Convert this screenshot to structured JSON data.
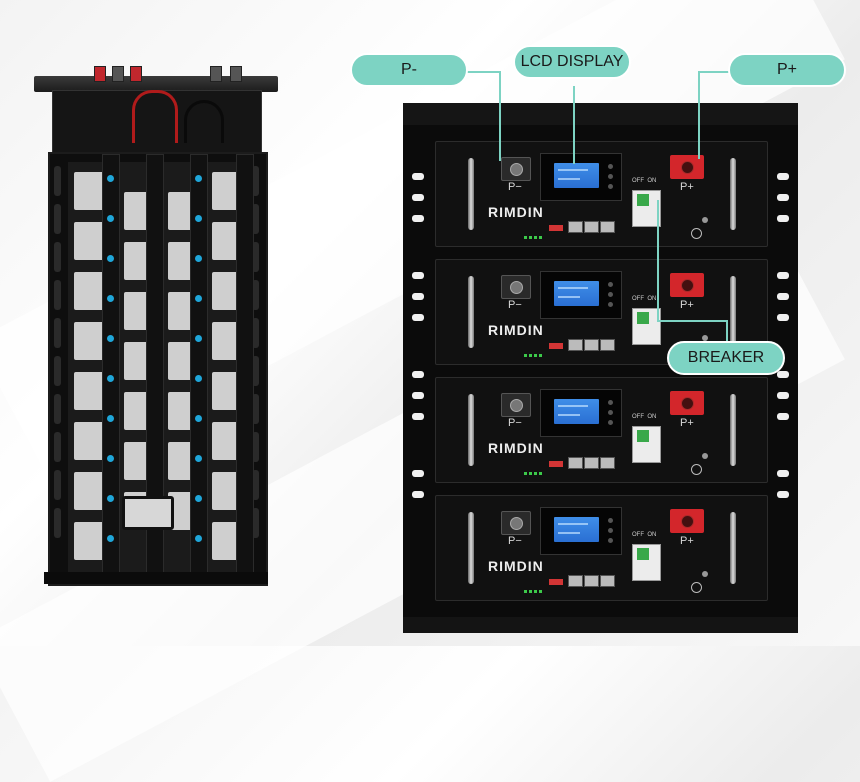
{
  "callouts": {
    "negative": "P-",
    "lcd": "LCD DISPLAY",
    "positive": "P+",
    "breaker": "BREAKER"
  },
  "module": {
    "brand": "RIMDIN",
    "negative_label": "P−",
    "positive_label": "P+",
    "breaker_off": "OFF",
    "breaker_on": "ON"
  },
  "colors": {
    "callout_fill": "#7dd3c3",
    "cabinet": "#0b0b0b",
    "positive_terminal": "#d3262b",
    "lcd_screen": "#3f8ee8"
  }
}
